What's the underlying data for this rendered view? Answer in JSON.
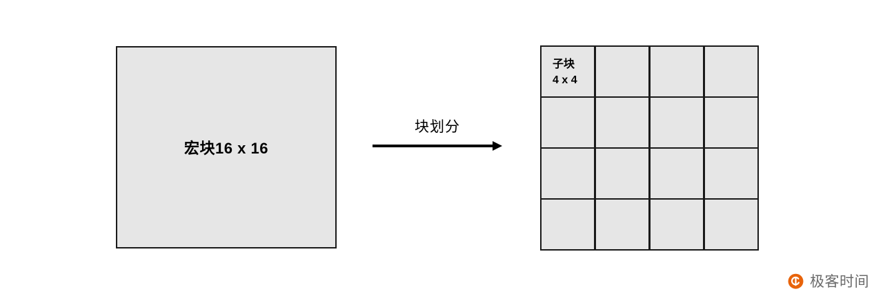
{
  "diagram": {
    "title": "Macroblock partition diagram",
    "colors": {
      "block_fill": "#E6E6E6",
      "block_border": "#1A1A1A",
      "background": "#FFFFFF",
      "watermark_accent": "#E8630A",
      "watermark_text": "#6B6B6B"
    },
    "macroblock": {
      "label": "宏块16 x 16"
    },
    "arrow": {
      "label": "块划分",
      "direction": "right"
    },
    "subgrid": {
      "rows": 4,
      "cols": 4,
      "cells": [
        {
          "label": "子块\n4 x 4"
        },
        {
          "label": ""
        },
        {
          "label": ""
        },
        {
          "label": ""
        },
        {
          "label": ""
        },
        {
          "label": ""
        },
        {
          "label": ""
        },
        {
          "label": ""
        },
        {
          "label": ""
        },
        {
          "label": ""
        },
        {
          "label": ""
        },
        {
          "label": ""
        },
        {
          "label": ""
        },
        {
          "label": ""
        },
        {
          "label": ""
        },
        {
          "label": ""
        }
      ]
    }
  },
  "watermark": {
    "text": "极客时间",
    "icon": "geektime-logo-icon"
  }
}
